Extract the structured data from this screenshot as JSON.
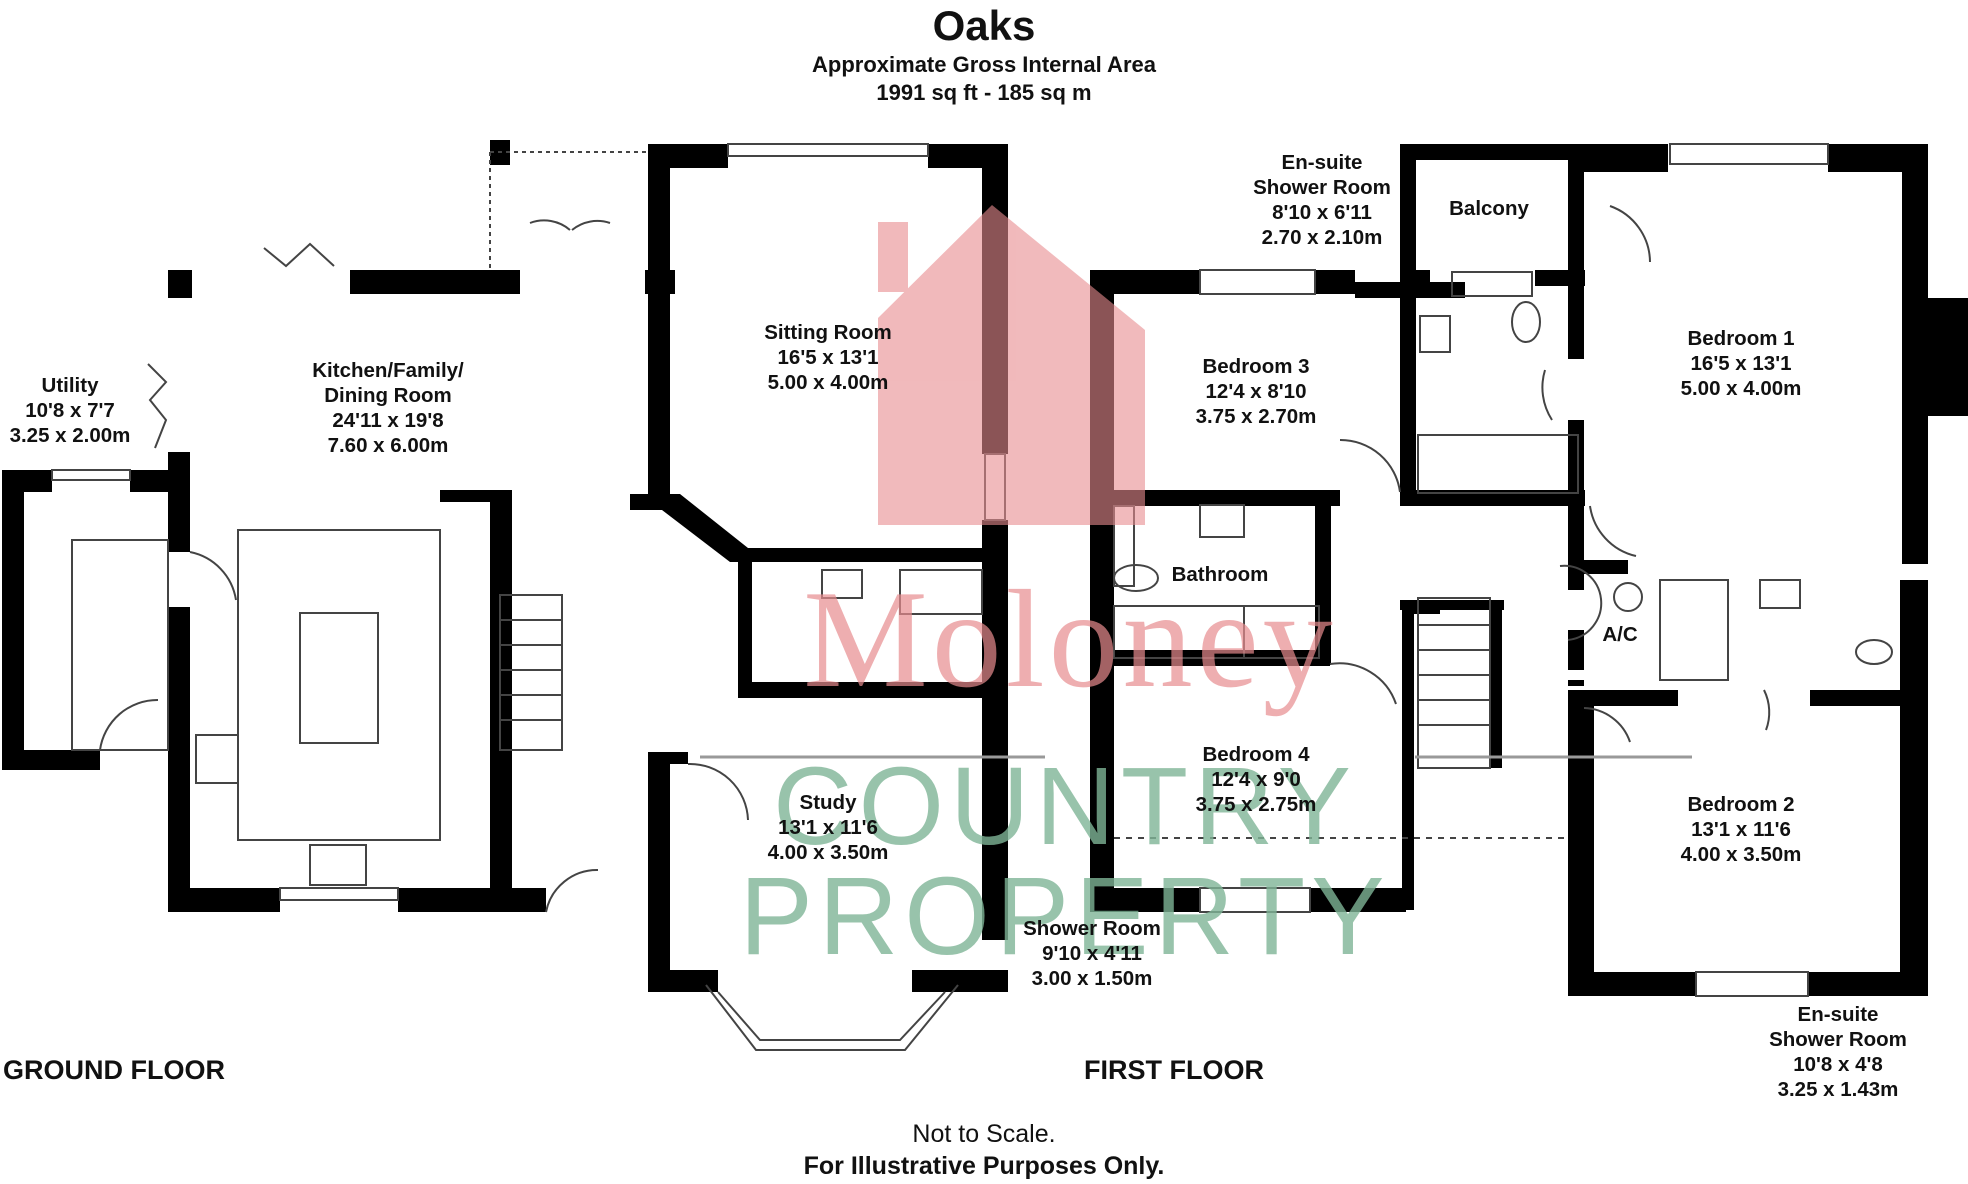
{
  "header": {
    "title": "Oaks",
    "subtitle": "Approximate Gross Internal Area",
    "area": "1991 sq ft - 185 sq m"
  },
  "rooms": {
    "utility": [
      "Utility",
      "10'8 x 7'7",
      "3.25 x 2.00m"
    ],
    "kitchen": [
      "Kitchen/Family/",
      "Dining Room",
      "24'11 x 19'8",
      "7.60 x 6.00m"
    ],
    "sitting": [
      "Sitting Room",
      "16'5 x 13'1",
      "5.00 x 4.00m"
    ],
    "study": [
      "Study",
      "13'1 x 11'6",
      "4.00 x 3.50m"
    ],
    "shower": [
      "Shower Room",
      "9'10 x 4'11",
      "3.00 x 1.50m"
    ],
    "ensuite1": [
      "En-suite",
      "Shower Room",
      "8'10 x 6'11",
      "2.70 x 2.10m"
    ],
    "balcony": [
      "Balcony"
    ],
    "bedroom1": [
      "Bedroom 1",
      "16'5 x 13'1",
      "5.00 x 4.00m"
    ],
    "bedroom3": [
      "Bedroom 3",
      "12'4 x 8'10",
      "3.75 x 2.70m"
    ],
    "bathroom": [
      "Bathroom"
    ],
    "ac": [
      "A/C"
    ],
    "bedroom4": [
      "Bedroom 4",
      "12'4 x 9'0",
      "3.75 x 2.75m"
    ],
    "bedroom2": [
      "Bedroom 2",
      "13'1 x 11'6",
      "4.00 x 3.50m"
    ],
    "ensuite2": [
      "En-suite",
      "Shower Room",
      "10'8 x 4'8",
      "3.25 x 1.43m"
    ]
  },
  "floors": {
    "ground": "GROUND FLOOR",
    "first": "FIRST FLOOR"
  },
  "watermark": {
    "line1": "Moloney",
    "line2": "COUNTRY PROPERTY"
  },
  "footer": {
    "line1": "Not to Scale.",
    "line2": "For Illustrative Purposes Only."
  },
  "colors": {
    "wall": "#000000",
    "watermark_red": "#e88c8f",
    "watermark_green": "#7fb597",
    "line": "#444444"
  }
}
